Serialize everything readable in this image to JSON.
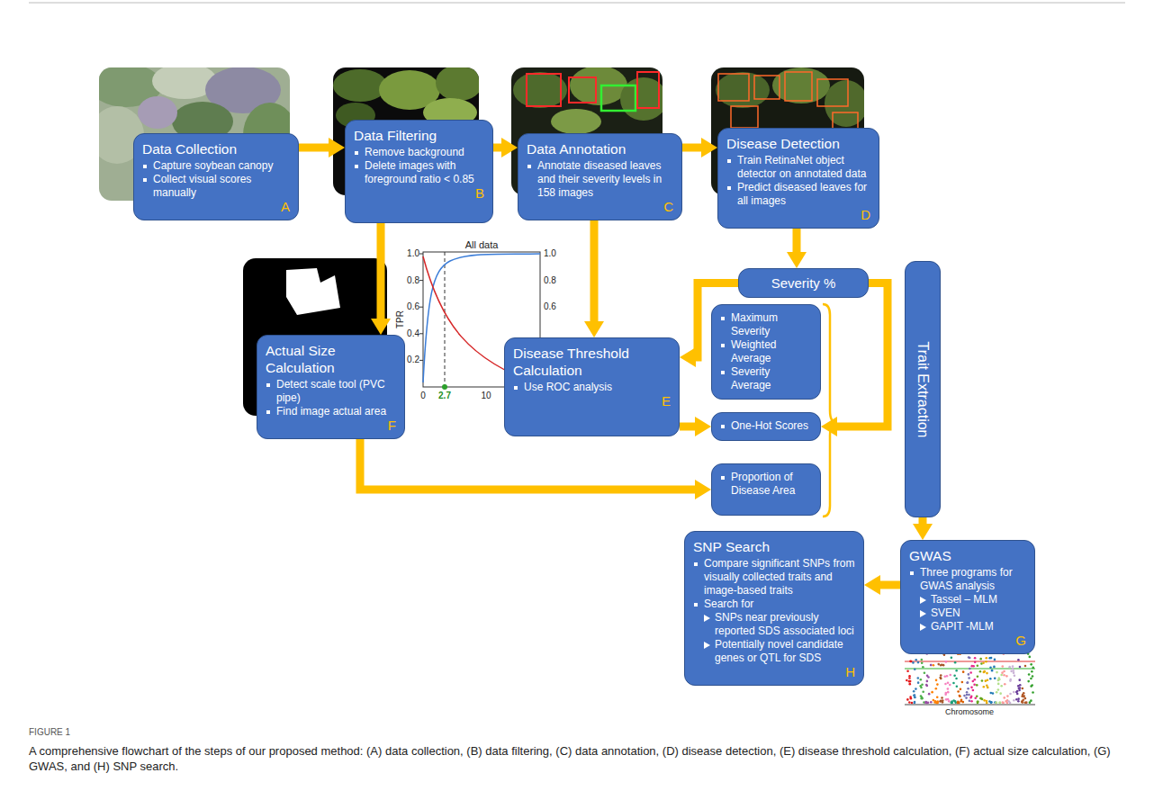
{
  "diagram": {
    "caption": "A comprehensive flowchart of the steps of our proposed method: (A) data collection, (B) data filtering, (C) data annotation, (D) disease detection, (E) disease threshold calculation, (F) actual size calculation, (G) GWAS, and (H) SNP search.",
    "nodes": [
      {
        "text": [
          "Data Collection",
          "Capture soybean canopy",
          "Collect visual scores manually",
          "A"
        ]
      },
      {
        "text": [
          "Data Filtering",
          "Remove background",
          "Delete images with foreground ratio < 0.85",
          "B"
        ]
      },
      {
        "text": [
          "Data Annotation",
          "Annotate diseased leaves and their severity levels in 158 images",
          "C"
        ]
      },
      {
        "text": [
          "Disease Detection",
          "Train RetinaNet object detector on annotated data",
          "Predict diseased leaves for all images",
          "D"
        ]
      },
      {
        "text": [
          "Actual Size Calculation",
          "Detect scale tool (PVC pipe)",
          "Find image actual area",
          "F"
        ]
      },
      {
        "text": [
          "Disease Threshold Calculation",
          "Use ROC analysis",
          "E"
        ]
      },
      {
        "text": [
          "Severity %"
        ]
      },
      {
        "text": [
          "Maximum Severity",
          "Weighted Average",
          "Severity Average"
        ]
      },
      {
        "text": [
          "One-Hot Scores"
        ]
      },
      {
        "text": [
          "Proportion of Disease Area"
        ]
      },
      {
        "text": [
          "Trait Extraction"
        ]
      },
      {
        "text": [
          "GWAS",
          "Three programs for GWAS analysis",
          "Tassel – MLM",
          "SVEN",
          "GAPIT -MLM",
          "G"
        ]
      },
      {
        "text": [
          "SNP Search",
          "Compare significant SNPs from visually collected traits and image-based traits",
          "Search for",
          "SNPs near previously reported SDS associated loci",
          "Potentially novel candidate genes or QTL for SDS",
          "H"
        ]
      }
    ],
    "edges": [
      {
        "from": 0,
        "to": 1,
        "arrow": "to"
      },
      {
        "from": 1,
        "to": 2,
        "arrow": "to"
      },
      {
        "from": 2,
        "to": 3,
        "arrow": "to"
      },
      {
        "from": 1,
        "to": 4,
        "arrow": "to"
      },
      {
        "from": 2,
        "to": 5,
        "arrow": "to"
      },
      {
        "from": 3,
        "to": 6,
        "arrow": "to"
      },
      {
        "from": 6,
        "to": 5,
        "arrow": "to"
      },
      {
        "from": 5,
        "to": 8,
        "arrow": "to"
      },
      {
        "from": 4,
        "to": 9,
        "arrow": "to"
      },
      {
        "from": 6,
        "to": 8,
        "arrow": "to"
      },
      {
        "from": 10,
        "to": 11,
        "arrow": "to"
      },
      {
        "from": 11,
        "to": 12,
        "arrow": "to"
      }
    ],
    "labels": [
      "All data",
      "1.0",
      "0.8",
      "0.6",
      "0.4",
      "0.2",
      "TPR",
      "0",
      "2.7",
      "10",
      "1.0",
      "0.8",
      "0.6",
      "Chromosome",
      "FIGURE 1"
    ]
  }
}
